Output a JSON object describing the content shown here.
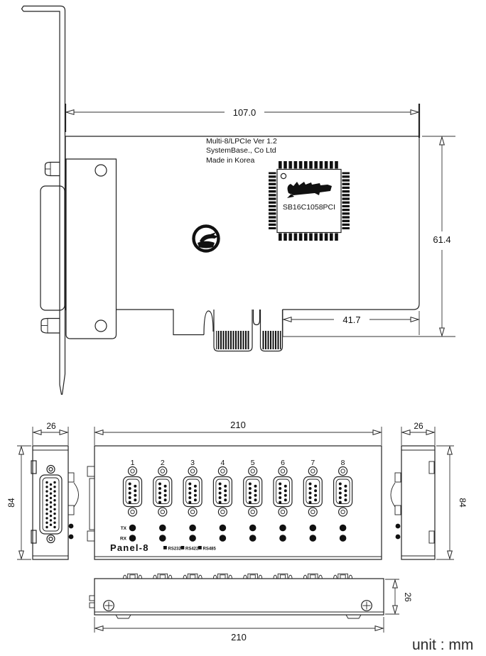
{
  "unit_note": "unit : mm",
  "card": {
    "silkscreen_line1": "Multi-8/LPCIe Ver 1.2",
    "silkscreen_line2": "SystemBase., Co Ltd",
    "silkscreen_line3": "Made in Korea",
    "chip_part_number": "SB16C1058PCI",
    "dim_width": "107.0",
    "dim_height": "61.4",
    "dim_edge_offset": "41.7"
  },
  "panel": {
    "model": "Panel-8",
    "port_numbers": [
      "1",
      "2",
      "3",
      "4",
      "5",
      "6",
      "7",
      "8"
    ],
    "led_tx": "TX",
    "led_rx": "RX",
    "legend_rs232": "RS232",
    "legend_rs422": "RS422",
    "legend_rs485": "RS485",
    "dim_width": "210",
    "dim_depth": "26",
    "dim_height": "84"
  }
}
